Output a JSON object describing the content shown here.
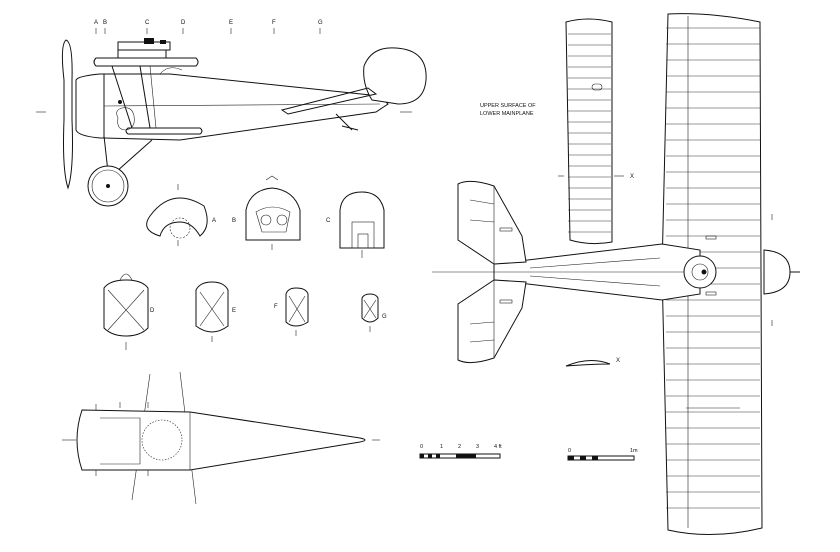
{
  "station_letters": [
    "A",
    "B",
    "C",
    "D",
    "E",
    "F",
    "G"
  ],
  "section_labels": {
    "a": "A",
    "b": "B",
    "c": "C",
    "d": "D",
    "e": "E",
    "f": "F",
    "g": "G",
    "x": "X"
  },
  "note": {
    "line1": "UPPER SURFACE OF",
    "line2": "LOWER MAINPLANE"
  },
  "scale_ft": {
    "ticks": [
      "0",
      "1",
      "2",
      "3",
      "4 ft"
    ]
  },
  "scale_m": {
    "ticks": [
      "0",
      "1m"
    ]
  }
}
